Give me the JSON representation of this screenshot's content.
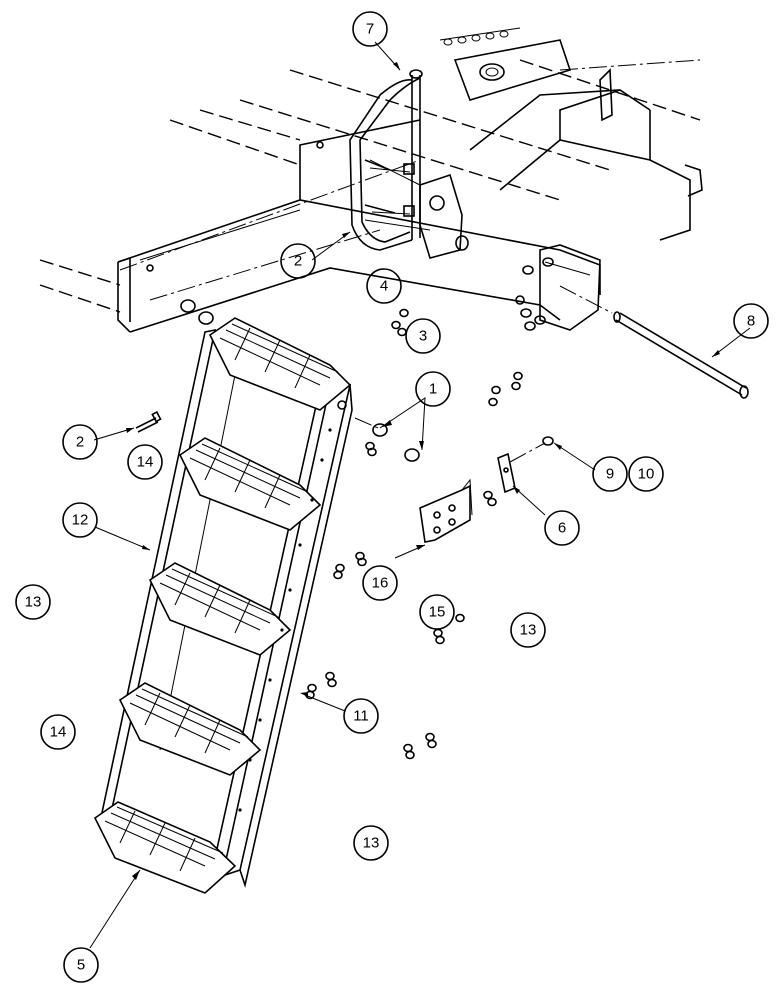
{
  "callouts": [
    {
      "label": "7"
    },
    {
      "label": "2"
    },
    {
      "label": "4"
    },
    {
      "label": "3"
    },
    {
      "label": "8"
    },
    {
      "label": "1"
    },
    {
      "label": "2"
    },
    {
      "label": "14"
    },
    {
      "label": "9"
    },
    {
      "label": "10"
    },
    {
      "label": "12"
    },
    {
      "label": "6"
    },
    {
      "label": "16"
    },
    {
      "label": "13"
    },
    {
      "label": "15"
    },
    {
      "label": "13"
    },
    {
      "label": "11"
    },
    {
      "label": "14"
    },
    {
      "label": "13"
    },
    {
      "label": "5"
    }
  ]
}
